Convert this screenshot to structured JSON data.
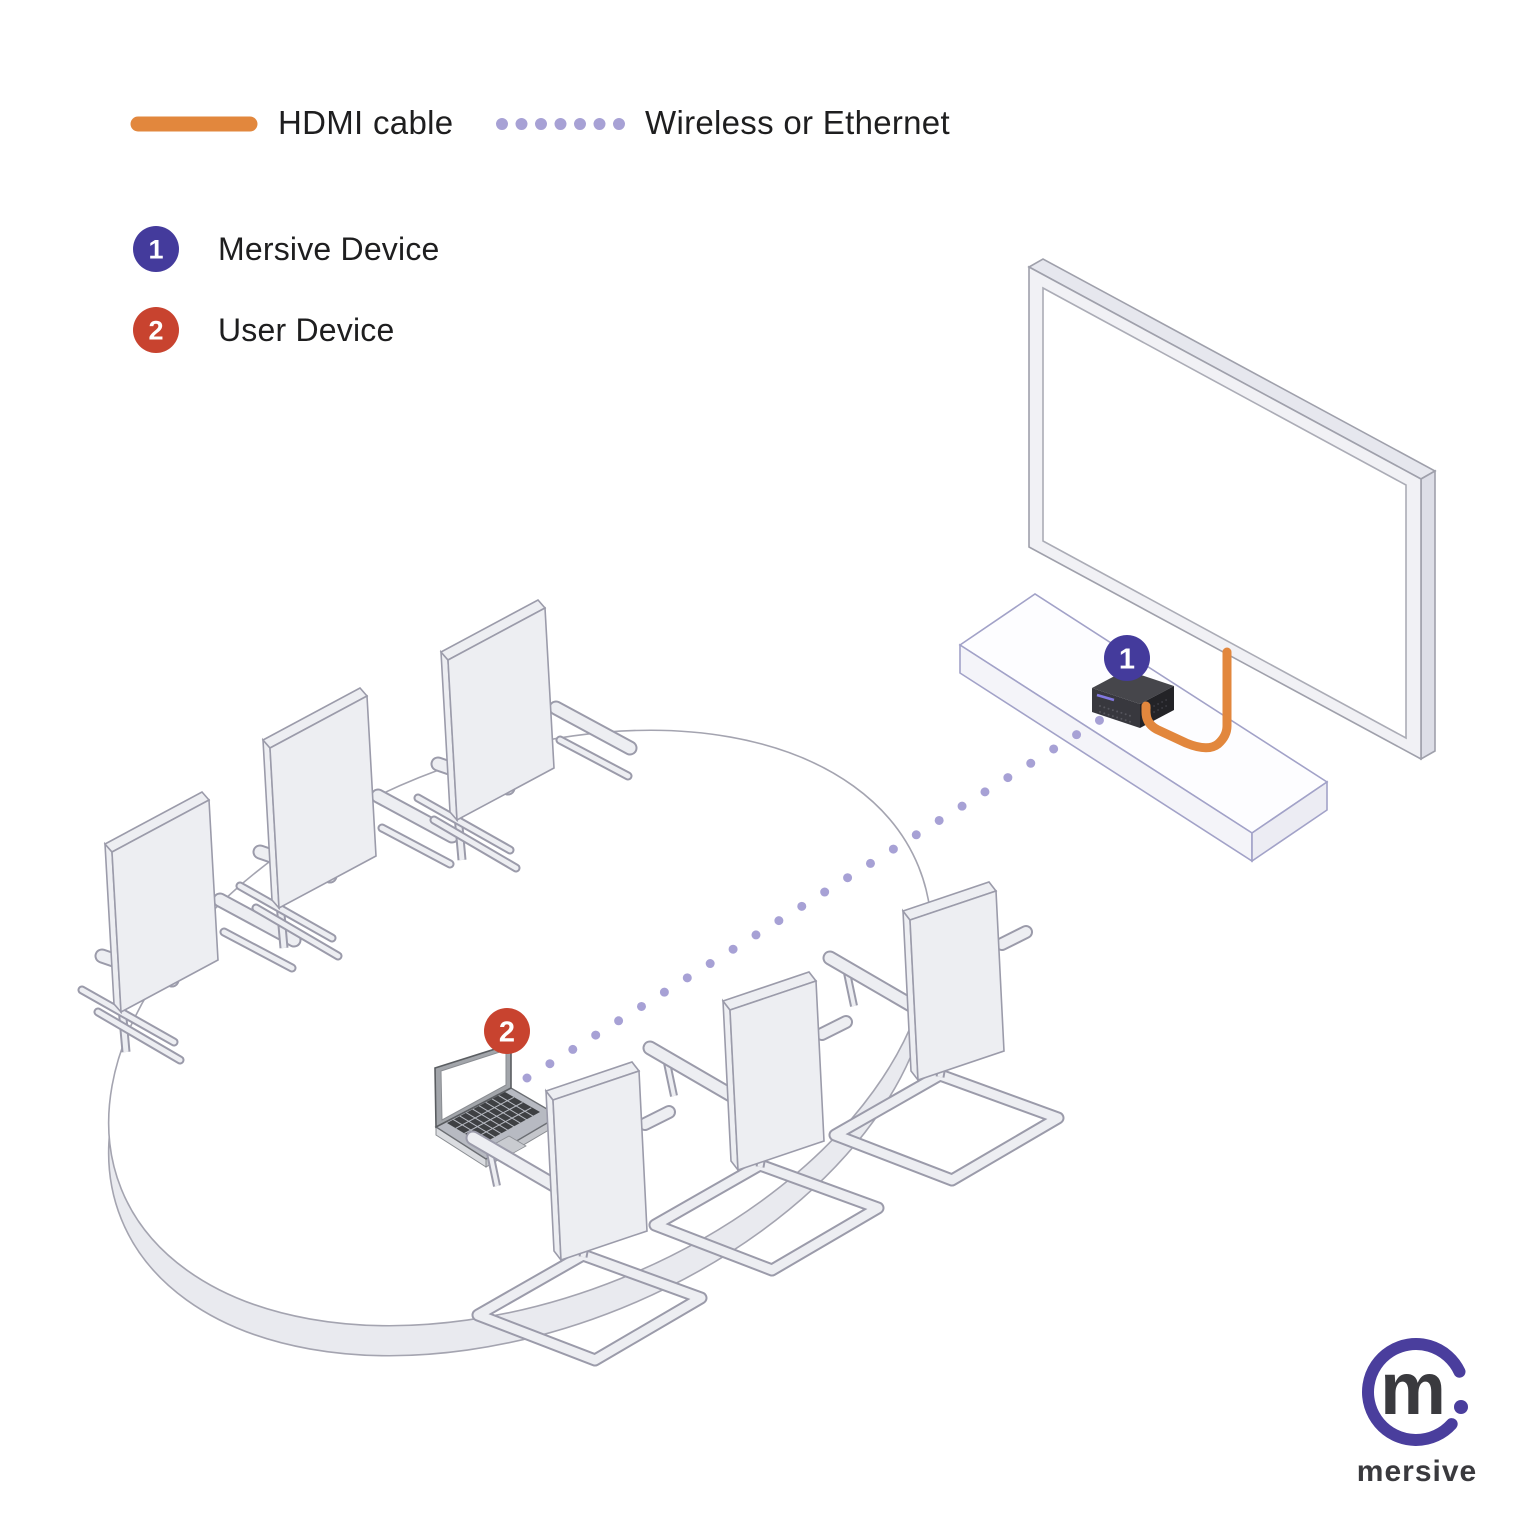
{
  "legend": {
    "hdmi_label": "HDMI cable",
    "wireless_label": "Wireless or Ethernet",
    "hdmi_color": "#E2873D",
    "wireless_color": "#A7A1D5"
  },
  "key": {
    "items": [
      {
        "number": "1",
        "label": "Mersive Device",
        "color": "#443B9C"
      },
      {
        "number": "2",
        "label": "User Device",
        "color": "#C8432F"
      }
    ]
  },
  "scene": {
    "mersive_marker": "1",
    "user_marker": "2",
    "cable_color": "#E2873D",
    "wireless_color": "#A7A1D5"
  },
  "logo": {
    "monogram": "m",
    "wordmark": "mersive",
    "ring_color": "#4A3E9D"
  }
}
